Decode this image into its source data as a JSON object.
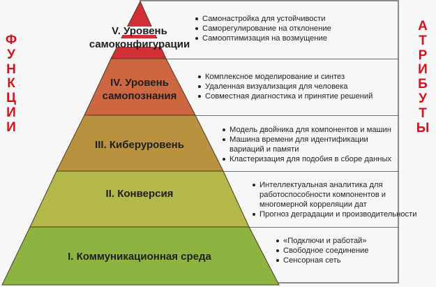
{
  "side_labels": {
    "left": [
      "Ф",
      "У",
      "Н",
      "К",
      "Ц",
      "И",
      "И"
    ],
    "right": [
      "А",
      "Т",
      "Р",
      "И",
      "Б",
      "У",
      "Т",
      "Ы"
    ],
    "left_word": "ФУНКЦИИ",
    "right_word": "АТРИБУТЫ",
    "color": "#d4121e"
  },
  "levels": [
    {
      "title_line1": "V. Уровень",
      "title_line2": "самоконфигурации",
      "color": "#d32f36",
      "attributes": [
        "Самонастройка для устойчивости",
        "Саморегулирование на отклонение",
        "Самооптимизация на возмущение"
      ]
    },
    {
      "title_line1": "IV. Уровень",
      "title_line2": "самопознания",
      "color": "#cd6741",
      "attributes": [
        "Комплексное моделирование и синтез",
        "Удаленная визуализация для человека",
        "Совместная диагностика и принятие решений"
      ]
    },
    {
      "title_line1": "III. Киберуровень",
      "color": "#b8923f",
      "attributes": [
        "Модель двойника для компонентов и машин",
        "Машина времени для идентификации вариаций и памяти",
        "Кластеризация для подобия в сборе данных"
      ]
    },
    {
      "title_line1": "II. Конверсия",
      "color": "#b4b84a",
      "attributes": [
        "Интеллектуальная аналитика для работоспособности компонентов и многомерной корреляции дат",
        "Прогноз деградации и производительности"
      ]
    },
    {
      "title_line1": "I. Коммуникационная среда",
      "color": "#8db441",
      "attributes": [
        "«Подключи и работай»",
        "Свободное соединение",
        "Сенсорная сеть"
      ]
    }
  ]
}
